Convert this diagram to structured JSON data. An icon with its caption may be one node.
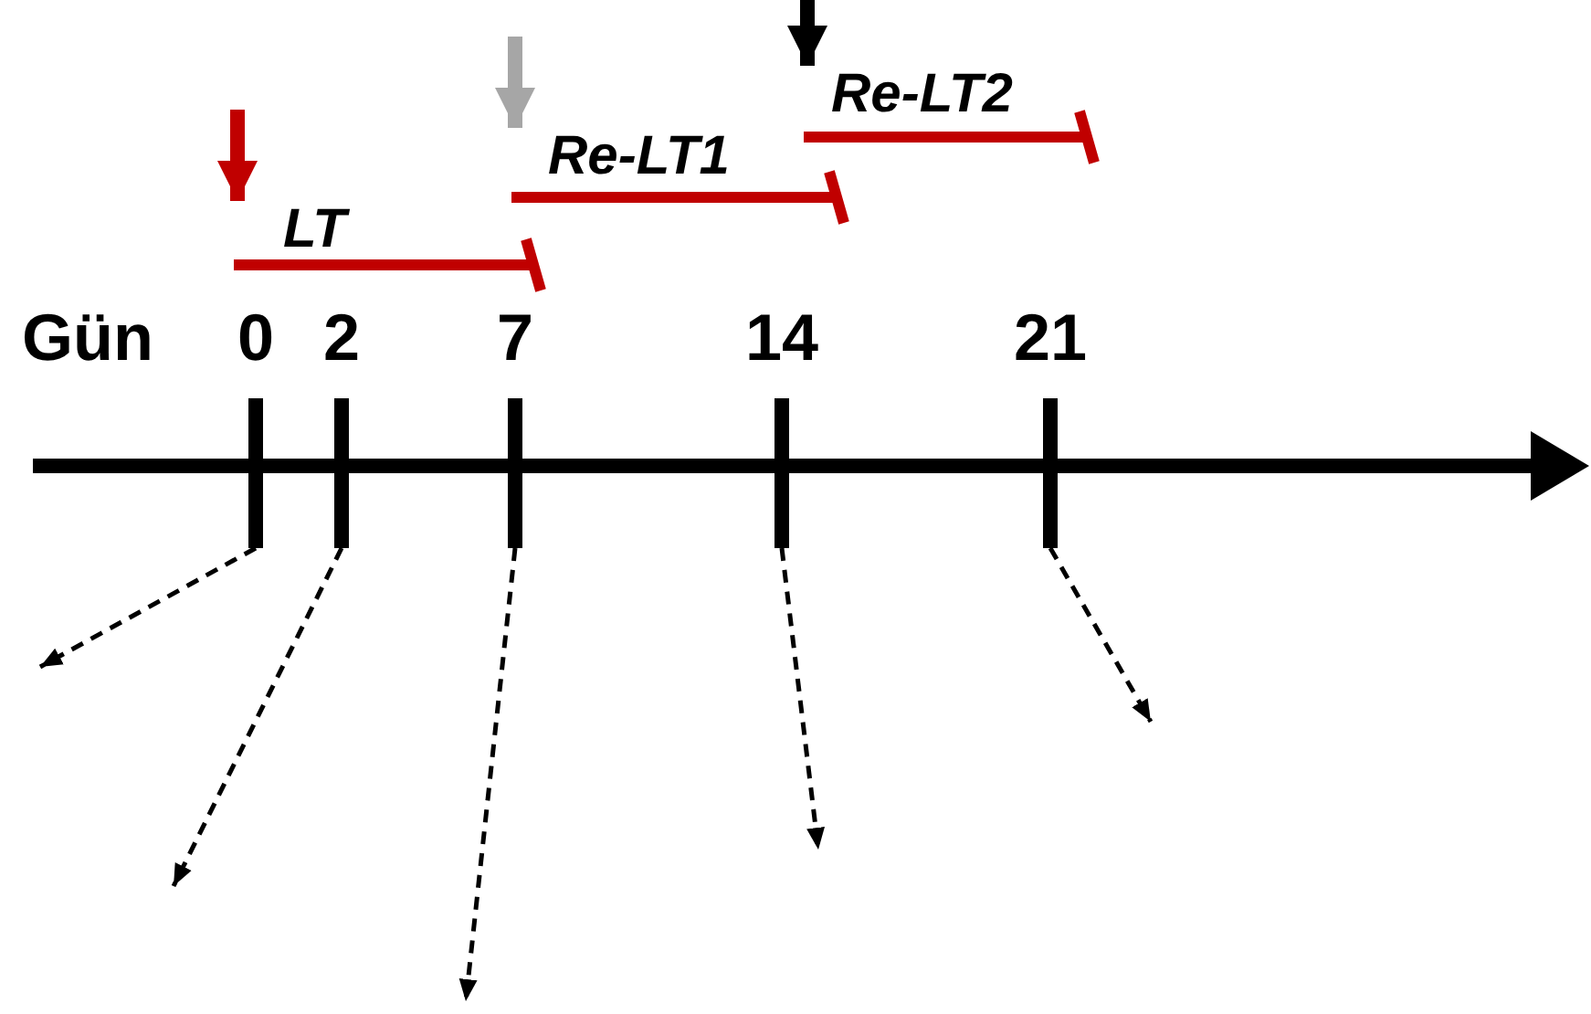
{
  "diagram": {
    "nodes": [
      {
        "text": [
          "0"
        ]
      },
      {
        "text": [
          "2"
        ]
      },
      {
        "text": [
          "7"
        ]
      },
      {
        "text": [
          "14"
        ]
      },
      {
        "text": [
          "21"
        ]
      },
      {
        "text": [
          "LT"
        ]
      },
      {
        "text": [
          "Re-LT1"
        ]
      },
      {
        "text": [
          "Re-LT2"
        ]
      }
    ],
    "edges": [
      {
        "from": null,
        "to": 5,
        "arrow": "to",
        "style": "thick",
        "color": "#c00000"
      },
      {
        "from": null,
        "to": 6,
        "arrow": "to",
        "style": "thick",
        "color": "#a6a6a6"
      },
      {
        "from": null,
        "to": 7,
        "arrow": "to",
        "style": "thick"
      },
      {
        "from": 0,
        "to": null,
        "arrow": "to",
        "style": "dashed"
      },
      {
        "from": 1,
        "to": null,
        "arrow": "to",
        "style": "dashed"
      },
      {
        "from": 2,
        "to": null,
        "arrow": "to",
        "style": "dashed"
      },
      {
        "from": 3,
        "to": null,
        "arrow": "to",
        "style": "dashed"
      },
      {
        "from": 4,
        "to": null,
        "arrow": "to",
        "style": "dashed"
      }
    ],
    "labels": [
      "Gün"
    ]
  }
}
